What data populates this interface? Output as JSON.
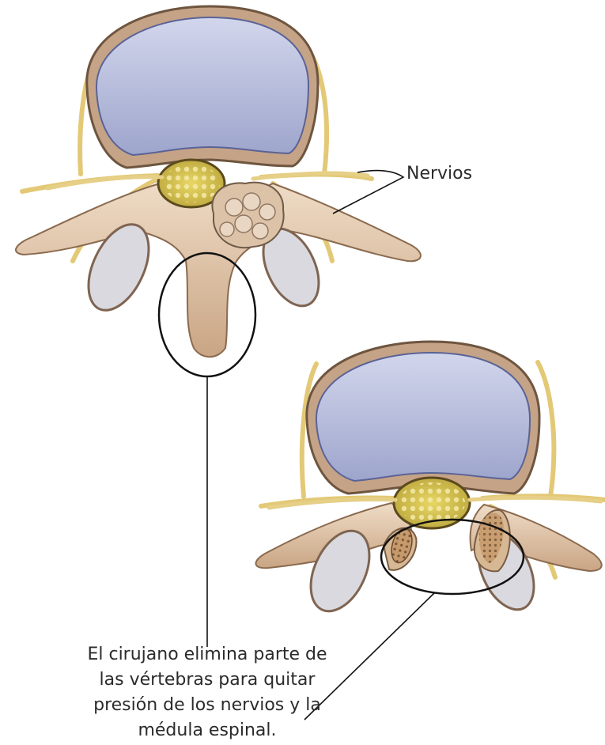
{
  "labels": {
    "nerves": "Nervios",
    "caption_lines": [
      "El cirujano elimina parte de",
      "las vértebras para quitar",
      "presión de los nervios y la",
      "médula espinal."
    ]
  },
  "colors": {
    "disc_fill": "#b9bfdc",
    "bone_light": "#e8d2b8",
    "bone_mid": "#d1b08f",
    "bone_dark": "#a88566",
    "nerve": "#e6cf86",
    "cord_fill": "#d9c454",
    "cord_dot": "#f2e7a0",
    "herniation": "#d7bca2",
    "outline": "#1a1a1a"
  }
}
